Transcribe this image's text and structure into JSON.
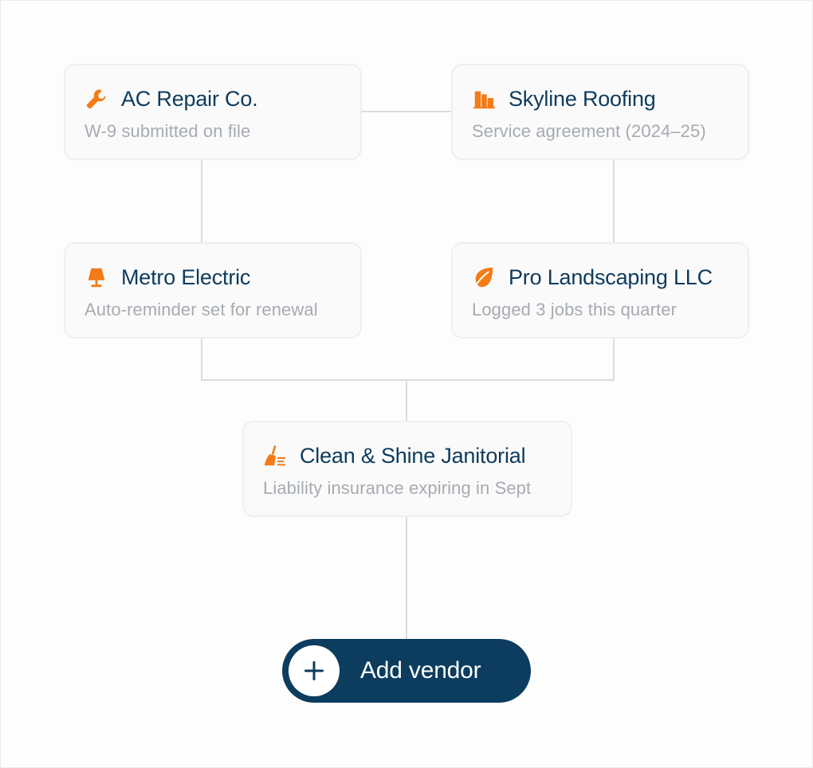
{
  "colors": {
    "accent_orange": "#f47b16",
    "title_navy": "#0e3b5c",
    "subtitle_gray": "#a6abb2",
    "button_navy": "#0c3c5e",
    "connector_gray": "#dcdcdc"
  },
  "vendors": [
    {
      "name": "AC Repair Co.",
      "note": "W-9 submitted on file",
      "icon": "wrench-icon"
    },
    {
      "name": "Skyline Roofing",
      "note": "Service agreement (2024–25)",
      "icon": "building-icon"
    },
    {
      "name": "Metro Electric",
      "note": "Auto-reminder set for renewal",
      "icon": "lamp-icon"
    },
    {
      "name": "Pro Landscaping LLC",
      "note": "Logged 3 jobs this quarter",
      "icon": "leaf-icon"
    },
    {
      "name": "Clean & Shine Janitorial",
      "note": "Liability insurance expiring in Sept",
      "icon": "broom-icon"
    }
  ],
  "add_button": {
    "label": "Add vendor",
    "icon": "plus-icon"
  }
}
